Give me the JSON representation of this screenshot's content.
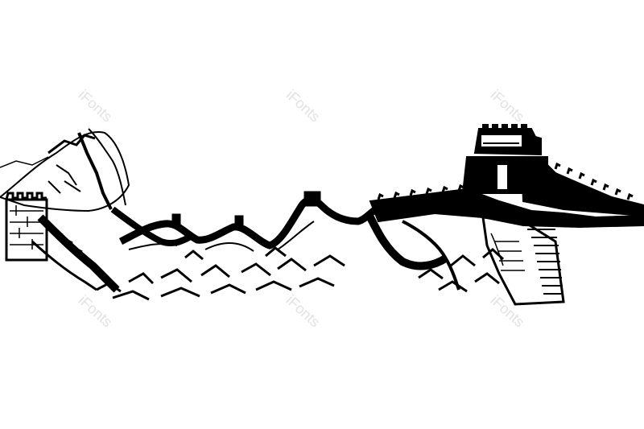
{
  "image": {
    "subject": "great-wall-ink-illustration",
    "colors": {
      "background": "#ffffff",
      "ink": "#000000",
      "watermark": "#e2e2e2"
    }
  },
  "watermarks": [
    {
      "text": "iFonts"
    },
    {
      "text": "iFonts"
    },
    {
      "text": "iFonts"
    },
    {
      "text": "iFonts"
    },
    {
      "text": "iFonts"
    },
    {
      "text": "iFonts"
    }
  ]
}
